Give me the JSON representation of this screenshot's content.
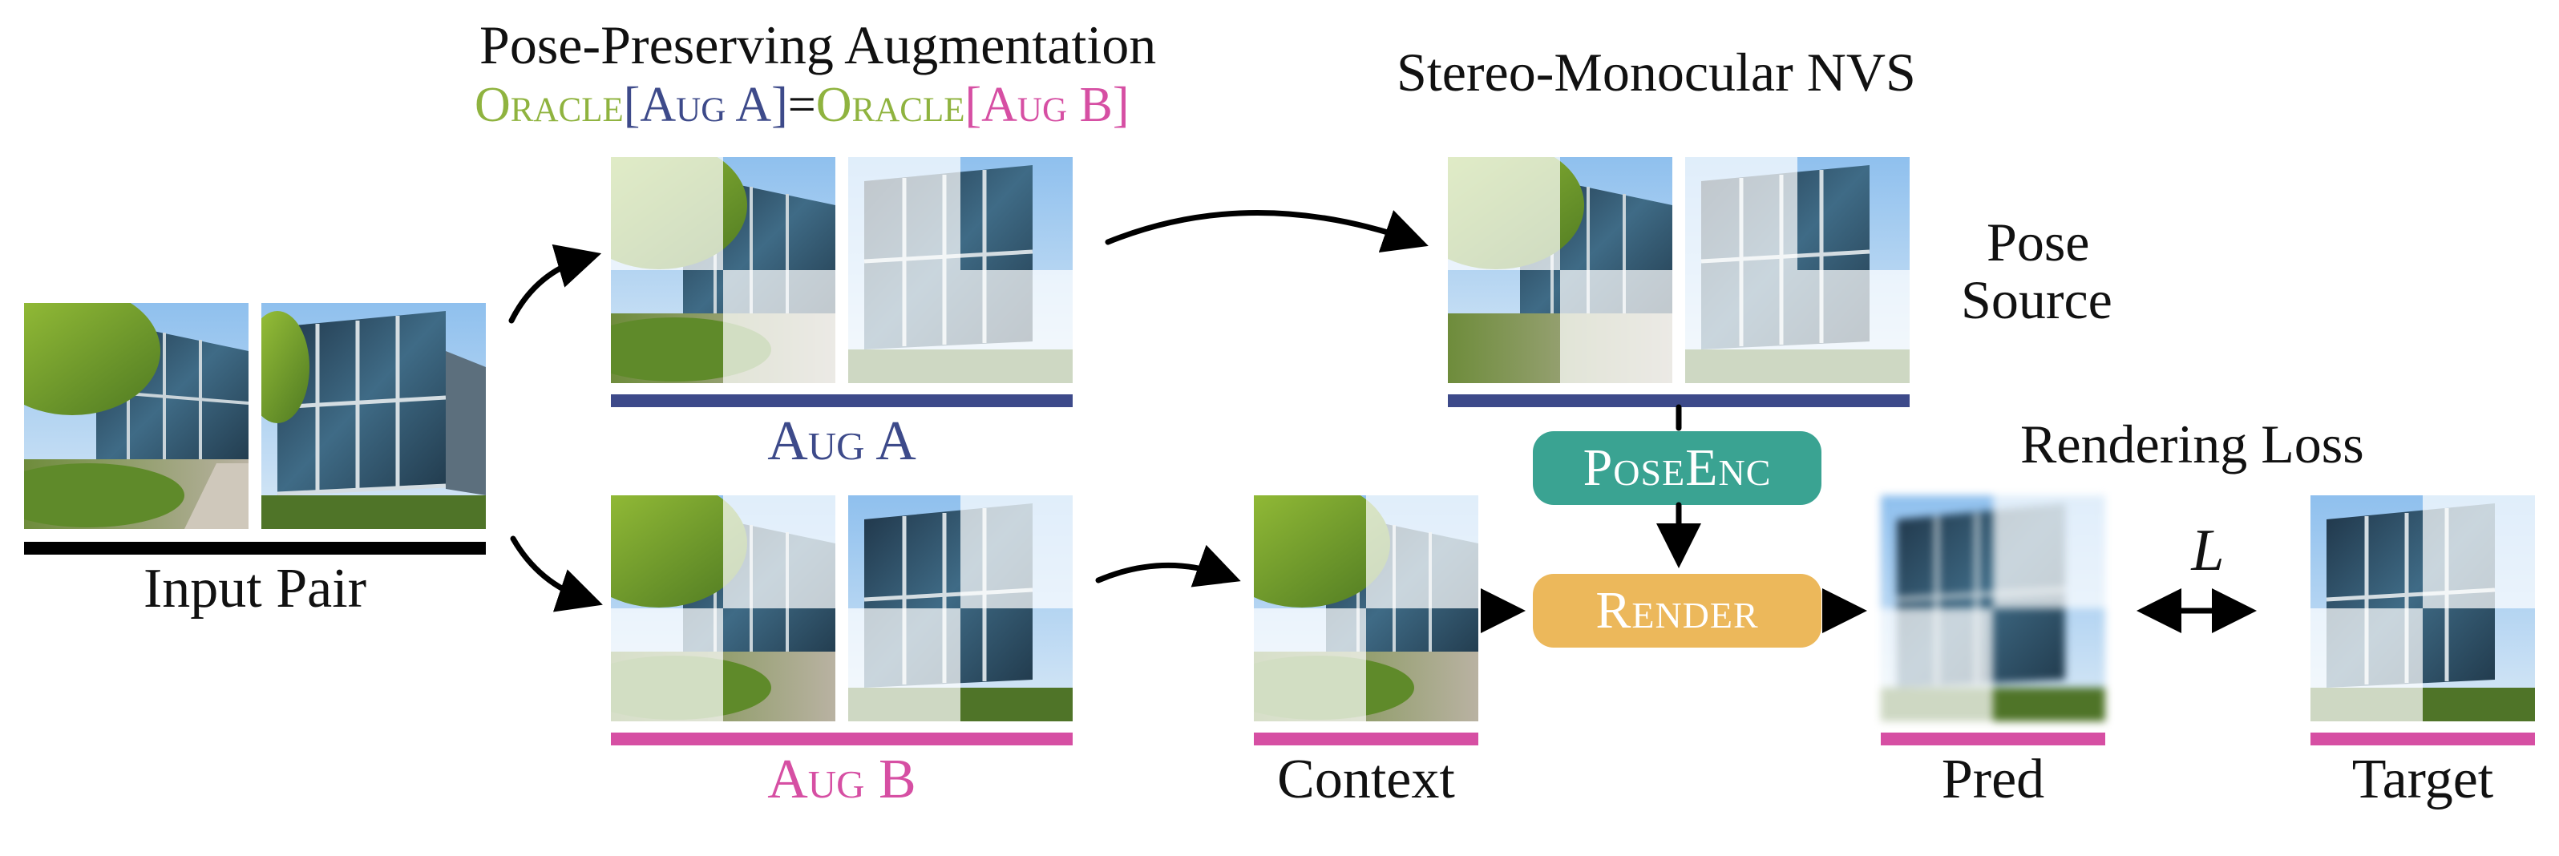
{
  "titles": {
    "augmentation": "Pose-Preserving Augmentation",
    "nvs": "Stereo-Monocular NVS",
    "pose_source": [
      "Pose",
      "Source"
    ],
    "rendering_loss": "Rendering Loss"
  },
  "oracle_eq": {
    "oracle1": "Oracle",
    "augA": "Aug A",
    "equals": "=",
    "oracle2": "Oracle",
    "augB": "Aug B",
    "open": "[",
    "close": "]"
  },
  "labels": {
    "input_pair": "Input Pair",
    "aug_a": "Aug A",
    "aug_b": "Aug B",
    "context": "Context",
    "pred": "Pred",
    "target": "Target",
    "loss_symbol": "L"
  },
  "modules": {
    "pose_enc": "PoseEnc",
    "render": "Render"
  },
  "colors": {
    "aug_a": "#3d4a8a",
    "aug_b": "#d64fa3",
    "oracle": "#8fb33f",
    "pose_enc_box": "#3aa392",
    "render_box": "#ecb85b",
    "input_bar": "#000000"
  }
}
